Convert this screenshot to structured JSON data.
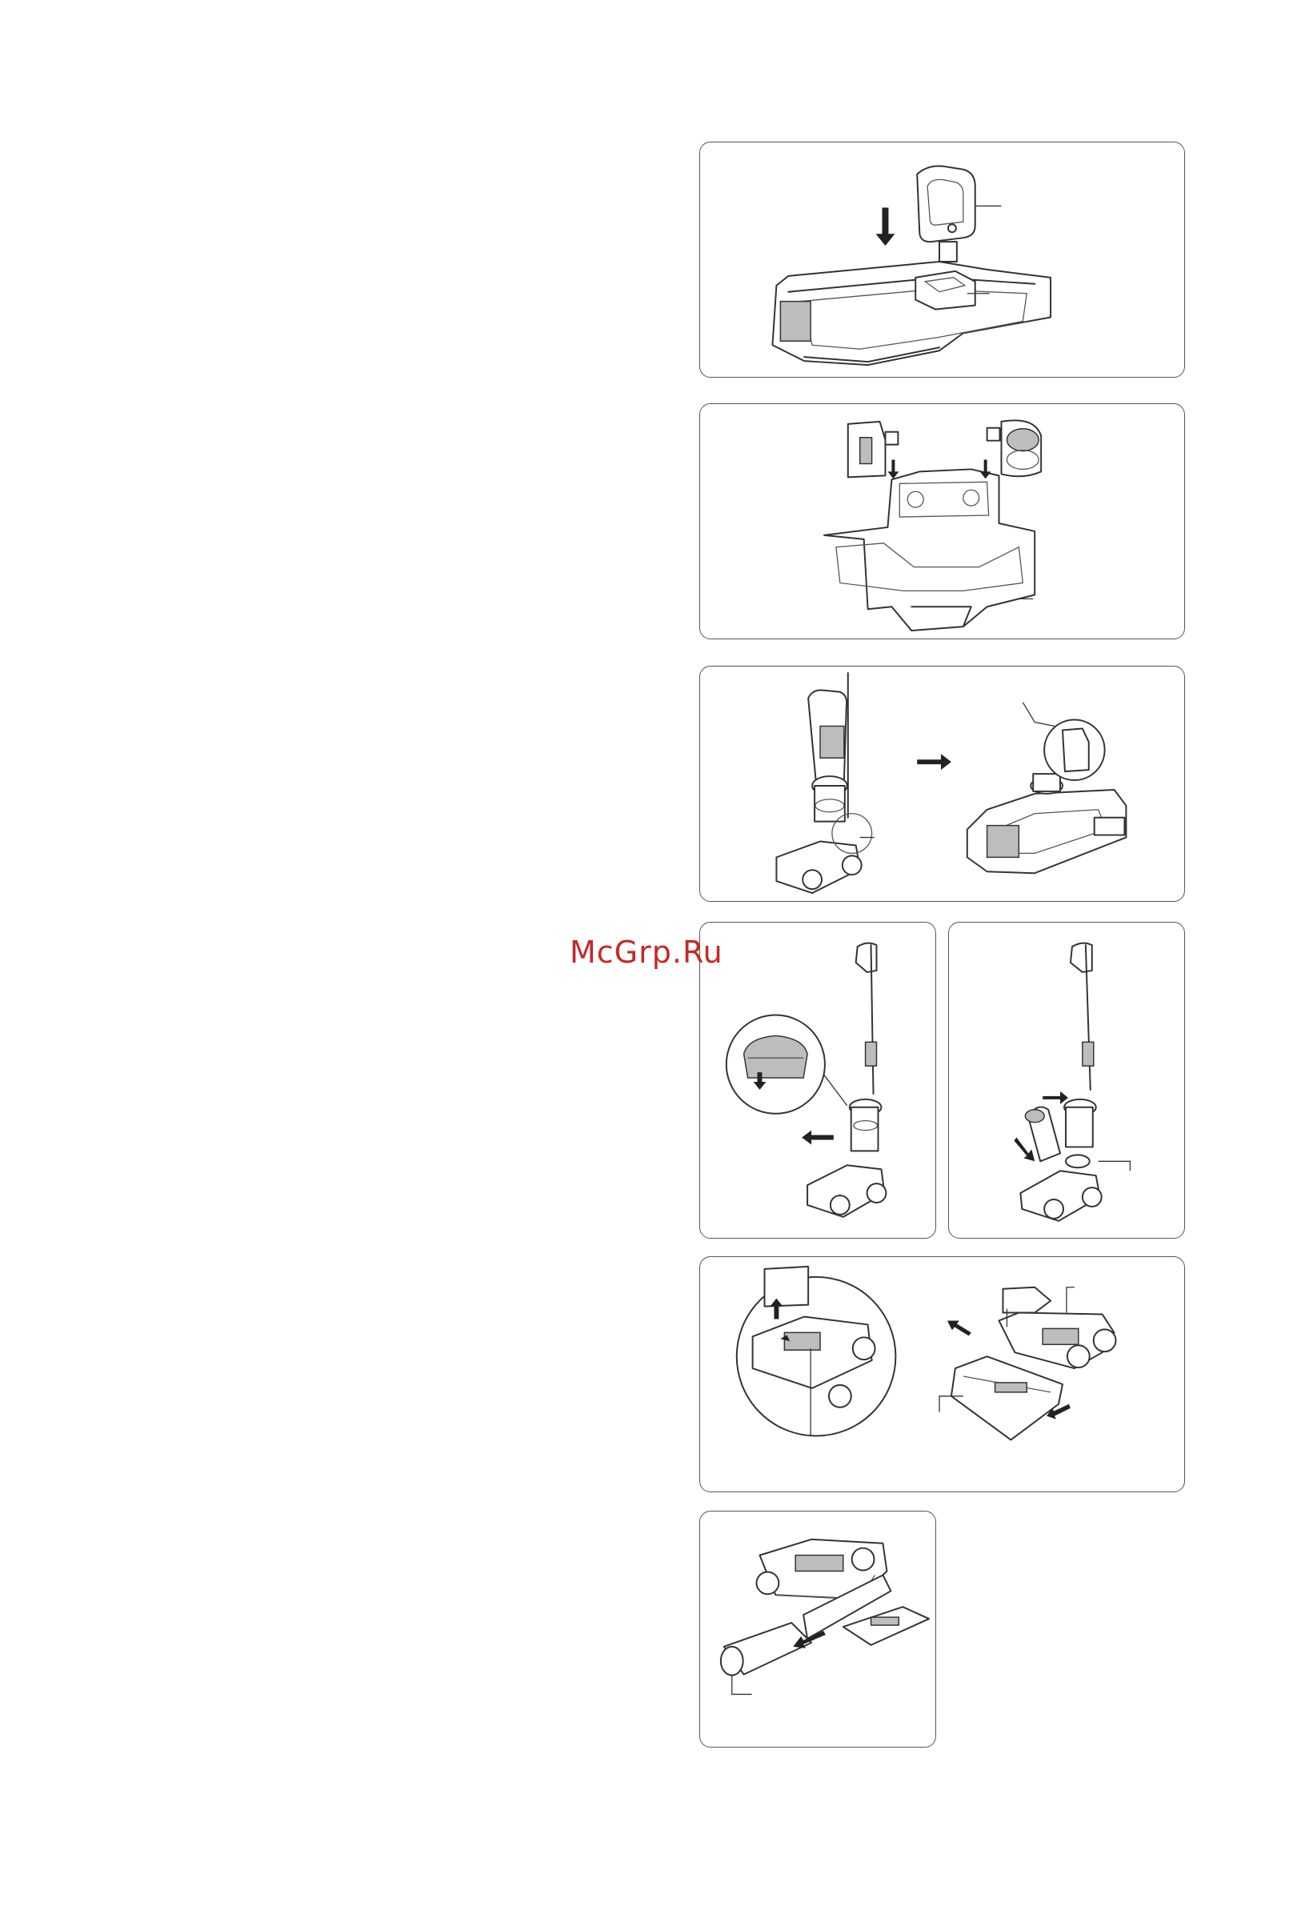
{
  "watermark": {
    "text": "McGrp.Ru",
    "color": "#c62828"
  },
  "figures": [
    {
      "id": "fig-1-station-dock",
      "icon": "station-mount-illustration"
    },
    {
      "id": "fig-2-station-trays",
      "icon": "tray-insert-illustration"
    },
    {
      "id": "fig-3-place-on-station",
      "icon": "docking-illustration"
    },
    {
      "id": "fig-4a-remove-tank",
      "icon": "tank-removal-illustration"
    },
    {
      "id": "fig-4b-remove-filter",
      "icon": "filter-removal-illustration"
    },
    {
      "id": "fig-5-remove-cover",
      "icon": "cover-removal-illustration"
    },
    {
      "id": "fig-6-remove-roller",
      "icon": "roller-removal-illustration"
    }
  ]
}
